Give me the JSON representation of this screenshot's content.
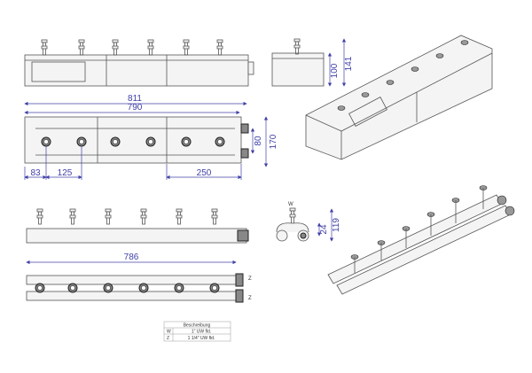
{
  "dimensions": {
    "overall_length": "811",
    "body_length": "790",
    "left_offset": "83",
    "first_spacing": "125",
    "module_length": "250",
    "pipe_spacing": "80",
    "depth": "170",
    "box_height": "100",
    "total_height": "141",
    "pipe_length": "786",
    "fitting_offset": "24",
    "fitting_height": "119"
  },
  "labels": {
    "w": "W",
    "z1": "Z",
    "z2": "Z"
  },
  "table": {
    "header": "Beschreibung",
    "rows": [
      {
        "key": "W",
        "value": "1\" UW fld."
      },
      {
        "key": "Z",
        "value": "1 1/4\" UW fld."
      }
    ]
  }
}
